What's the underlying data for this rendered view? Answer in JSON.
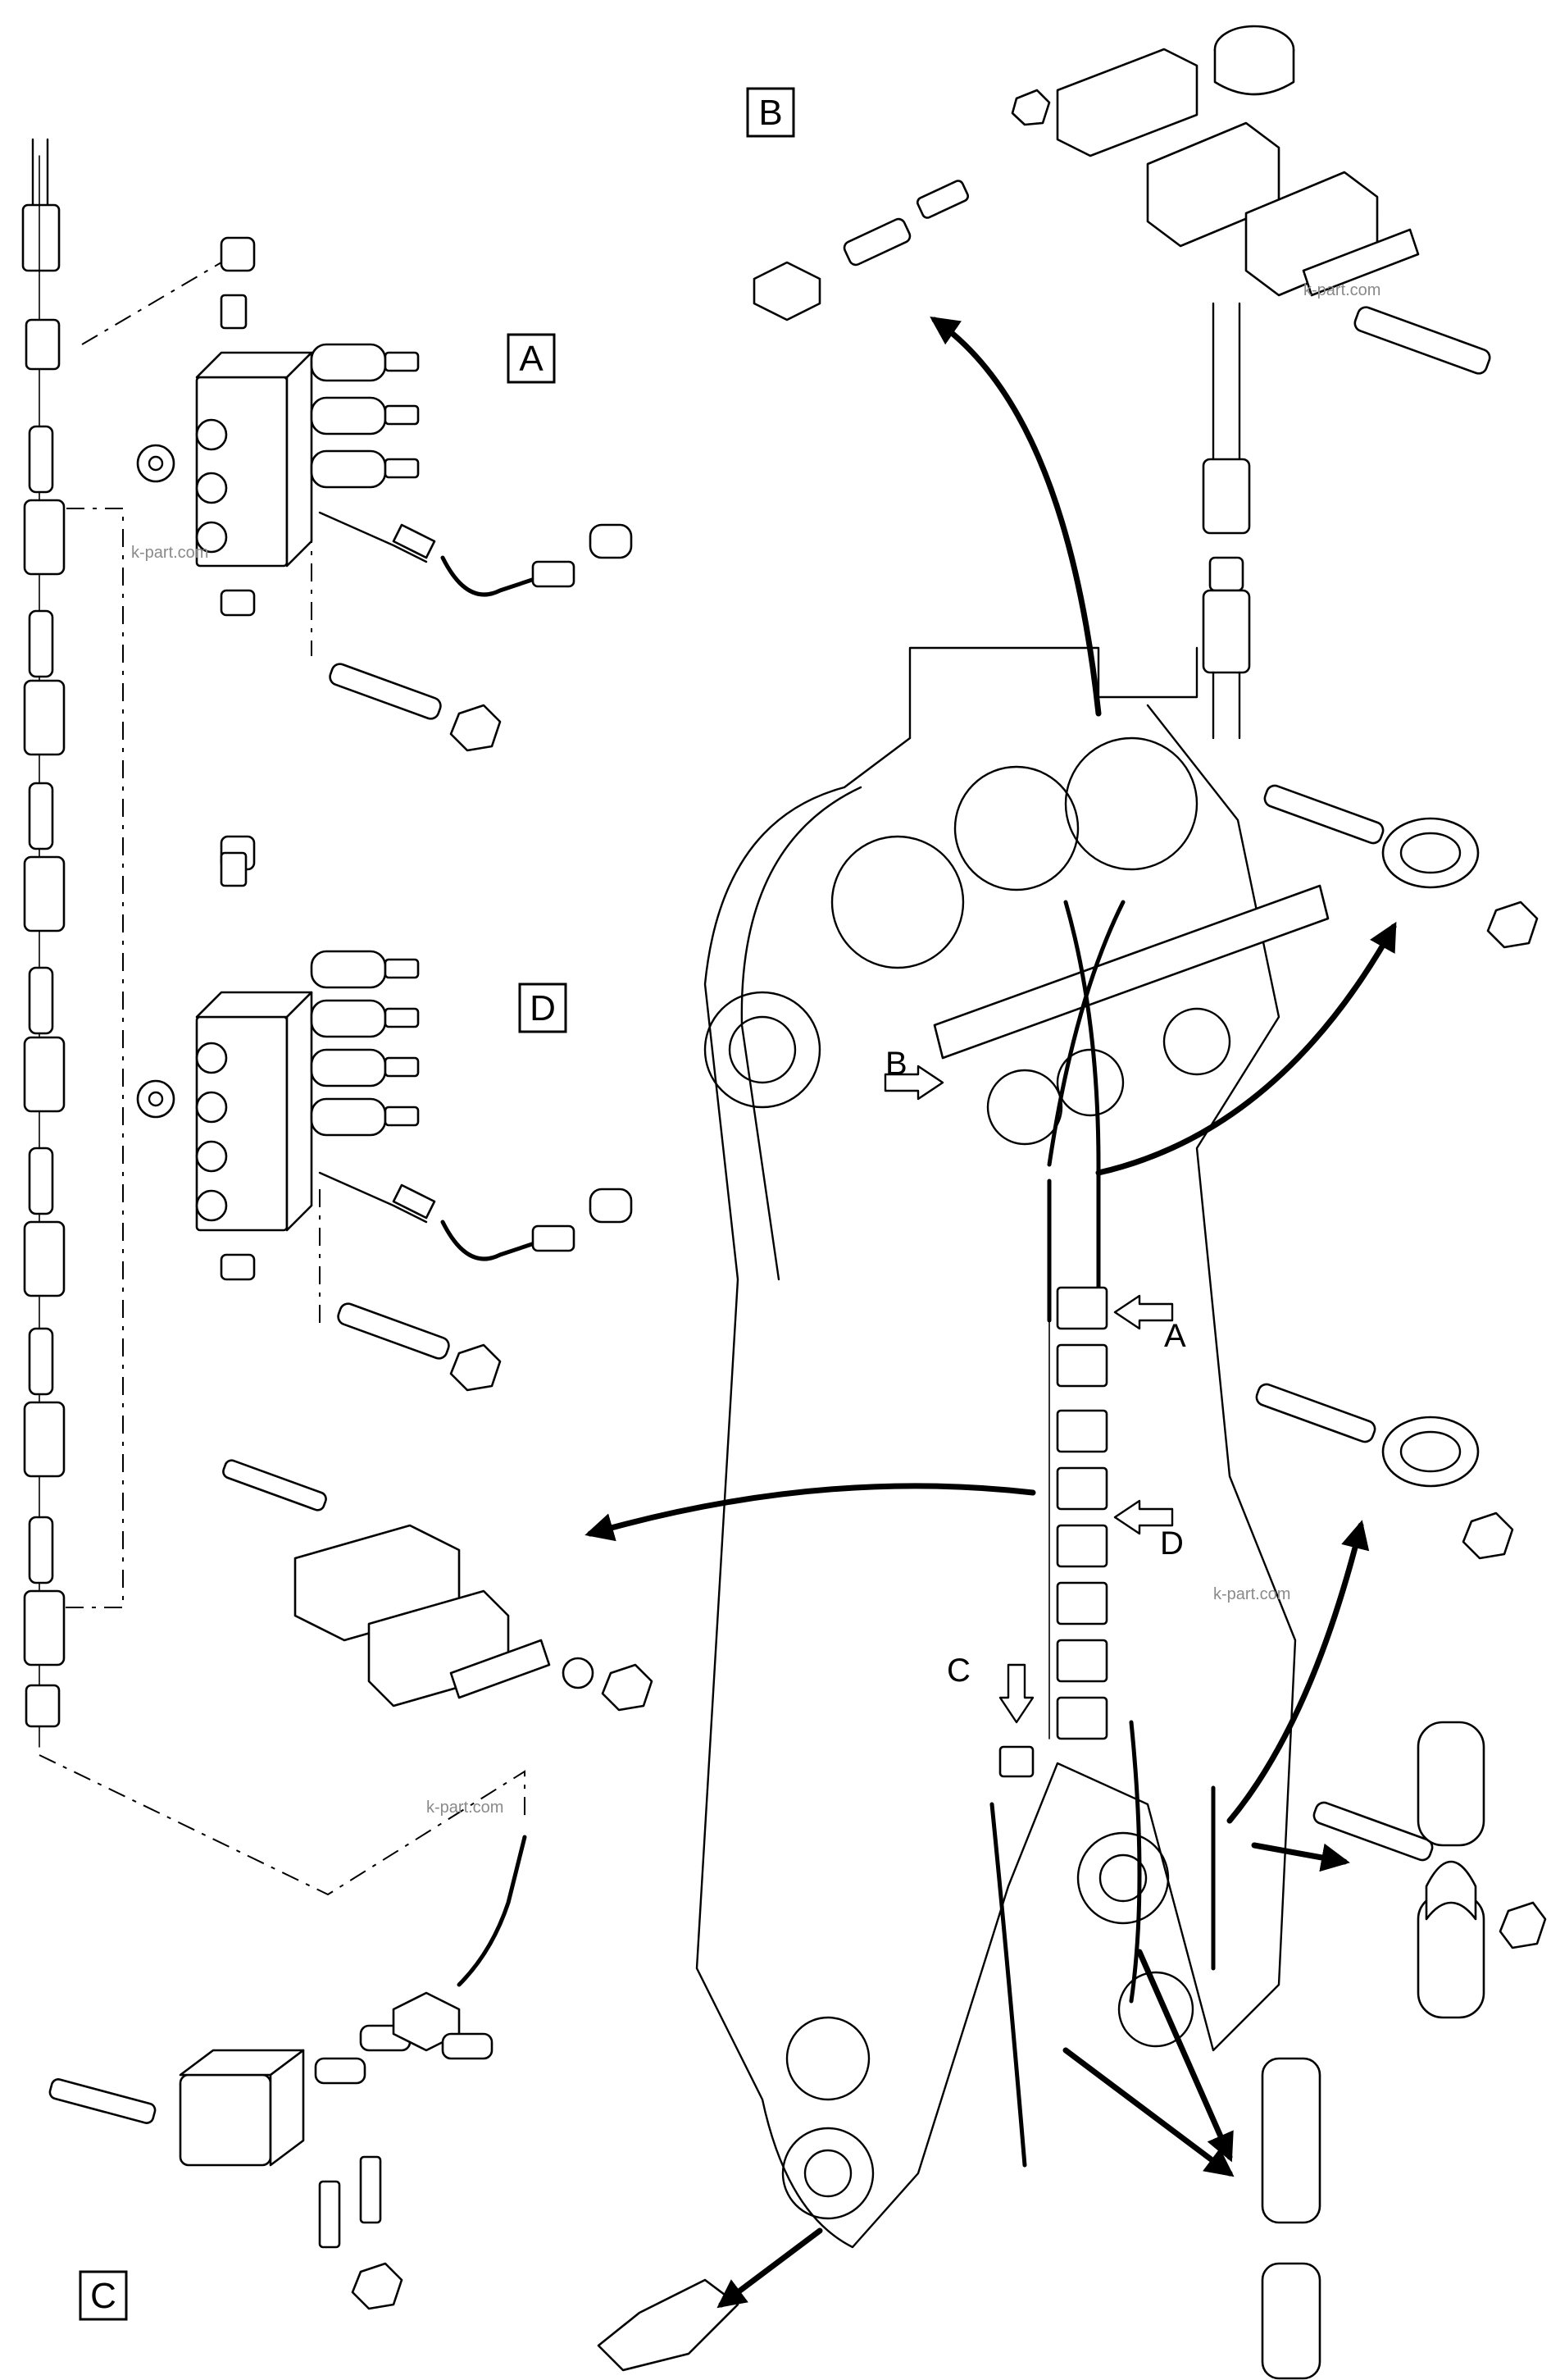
{
  "detail_labels": {
    "A": "A",
    "B": "B",
    "C": "C",
    "D": "D"
  },
  "callouts": {
    "A": "A",
    "B": "B",
    "C": "C",
    "D": "D"
  },
  "watermarks": [
    "k-part.com",
    "k-part.com",
    "k-part.com",
    "k-part.com"
  ]
}
